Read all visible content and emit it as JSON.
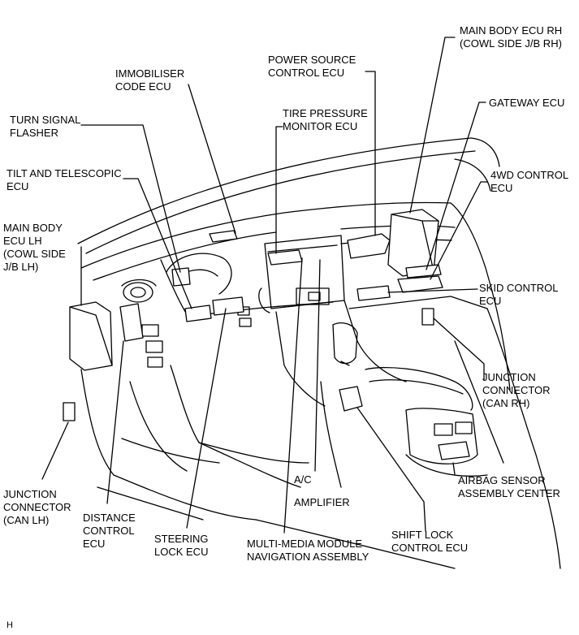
{
  "labels": {
    "main_body_ecu_rh": [
      "MAIN BODY ECU RH",
      "(COWL SIDE J/B RH)"
    ],
    "power_source_control_ecu": [
      "POWER SOURCE",
      "CONTROL ECU"
    ],
    "immobiliser_code_ecu": [
      "IMMOBILISER",
      "CODE ECU"
    ],
    "gateway_ecu": [
      "GATEWAY ECU"
    ],
    "tire_pressure_monitor_ecu": [
      "TIRE PRESSURE",
      "MONITOR ECU"
    ],
    "turn_signal_flasher": [
      "TURN SIGNAL",
      "FLASHER"
    ],
    "tilt_and_telescopic_ecu": [
      "TILT AND TELESCOPIC",
      "ECU"
    ],
    "fourwd_control_ecu": [
      "4WD CONTROL",
      "ECU"
    ],
    "main_body_ecu_lh": [
      "MAIN BODY",
      "ECU LH",
      "(COWL SIDE",
      "J/B LH)"
    ],
    "skid_control_ecu": [
      "SKID CONTROL",
      "ECU"
    ],
    "junction_connector_can_rh": [
      "JUNCTION",
      "CONNECTOR",
      "(CAN RH)"
    ],
    "airbag_sensor_assembly_center": [
      "AIRBAG SENSOR",
      "ASSEMBLY CENTER"
    ],
    "ac": [
      "A/C"
    ],
    "amplifier": [
      "AMPLIFIER"
    ],
    "junction_connector_can_lh": [
      "JUNCTION",
      "CONNECTOR",
      "(CAN LH)"
    ],
    "distance_control_ecu": [
      "DISTANCE",
      "CONTROL",
      "ECU"
    ],
    "steering_lock_ecu": [
      "STEERING",
      "LOCK ECU"
    ],
    "multi_media_module": [
      "MULTI-MEDIA MODULE",
      "NAVIGATION ASSEMBLY"
    ],
    "shift_lock_control_ecu": [
      "SHIFT LOCK",
      "CONTROL ECU"
    ]
  },
  "corner_mark": "H"
}
